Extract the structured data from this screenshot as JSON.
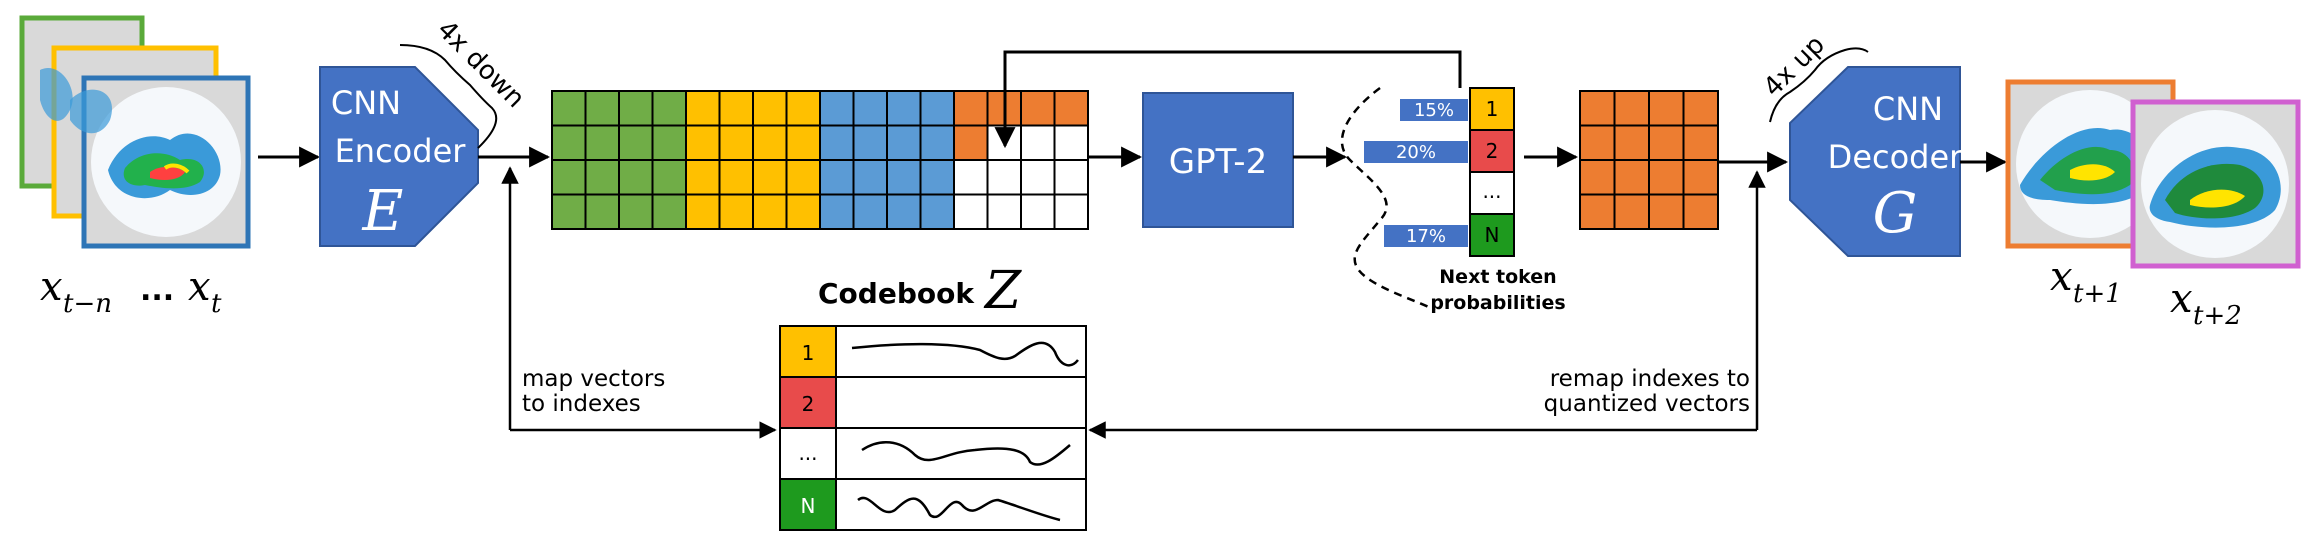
{
  "colors": {
    "block_blue": "#4472C4",
    "grid_green": "#70AD47",
    "grid_yellow": "#FFC000",
    "grid_lightblue": "#5B9BD5",
    "grid_orange": "#ED7D31",
    "token_red": "#E84B4B",
    "token_green": "#1E9A1E",
    "frame_green": "#5AAA3A",
    "frame_yellow": "#FFC000",
    "frame_blue": "#2E75B6",
    "frame_orange": "#ED7D31",
    "frame_pink": "#D060D0"
  },
  "input": {
    "label_a": "x",
    "sub_a": "t−n",
    "dots": "...",
    "label_b": "x",
    "sub_b": "t"
  },
  "encoder": {
    "line1": "CNN",
    "line2": "Encoder",
    "symbol": "E",
    "scale": "4x down"
  },
  "gpt": {
    "label": "GPT-2"
  },
  "probabilities": {
    "items": [
      {
        "token": "1",
        "prob": "15%"
      },
      {
        "token": "2",
        "prob": "20%"
      },
      {
        "token": "...",
        "prob": ""
      },
      {
        "token": "N",
        "prob": "17%"
      }
    ],
    "caption_line1": "Next token",
    "caption_line2": "probabilities"
  },
  "decoder": {
    "line1": "CNN",
    "line2": "Decoder",
    "symbol": "G",
    "scale": "4x up"
  },
  "output": {
    "label_a": "x",
    "sub_a": "t+1",
    "label_b": "x",
    "sub_b": "t+2"
  },
  "codebook": {
    "title": "Codebook",
    "symbol": "Z",
    "rows": [
      {
        "token": "1"
      },
      {
        "token": "2"
      },
      {
        "token": "..."
      },
      {
        "token": "N"
      }
    ]
  },
  "annotations": {
    "left_line1": "map vectors",
    "left_line2": "to indexes",
    "right_line1": "remap indexes to",
    "right_line2": "quantized vectors"
  }
}
